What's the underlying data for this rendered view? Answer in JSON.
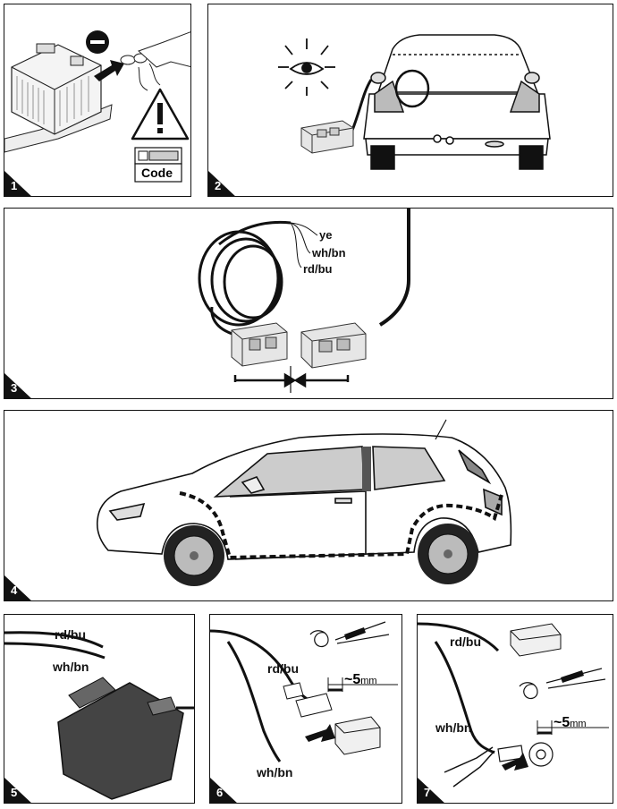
{
  "steps": [
    {
      "number": "1"
    },
    {
      "number": "2"
    },
    {
      "number": "3"
    },
    {
      "number": "4"
    },
    {
      "number": "5"
    },
    {
      "number": "6"
    },
    {
      "number": "7"
    }
  ],
  "step1": {
    "code_label": "Code"
  },
  "step3": {
    "wires": [
      "ye",
      "wh/bn",
      "rd/bu"
    ]
  },
  "step5": {
    "wire_top": "rd/bu",
    "wire_bottom": "wh/bn"
  },
  "step6": {
    "wire_top": "rd/bu",
    "wire_bottom": "wh/bn",
    "strip_value": "~5",
    "strip_unit": "mm"
  },
  "step7": {
    "wire_top": "rd/bu",
    "wire_bottom": "wh/bn",
    "strip_value": "~5",
    "strip_unit": "mm"
  }
}
